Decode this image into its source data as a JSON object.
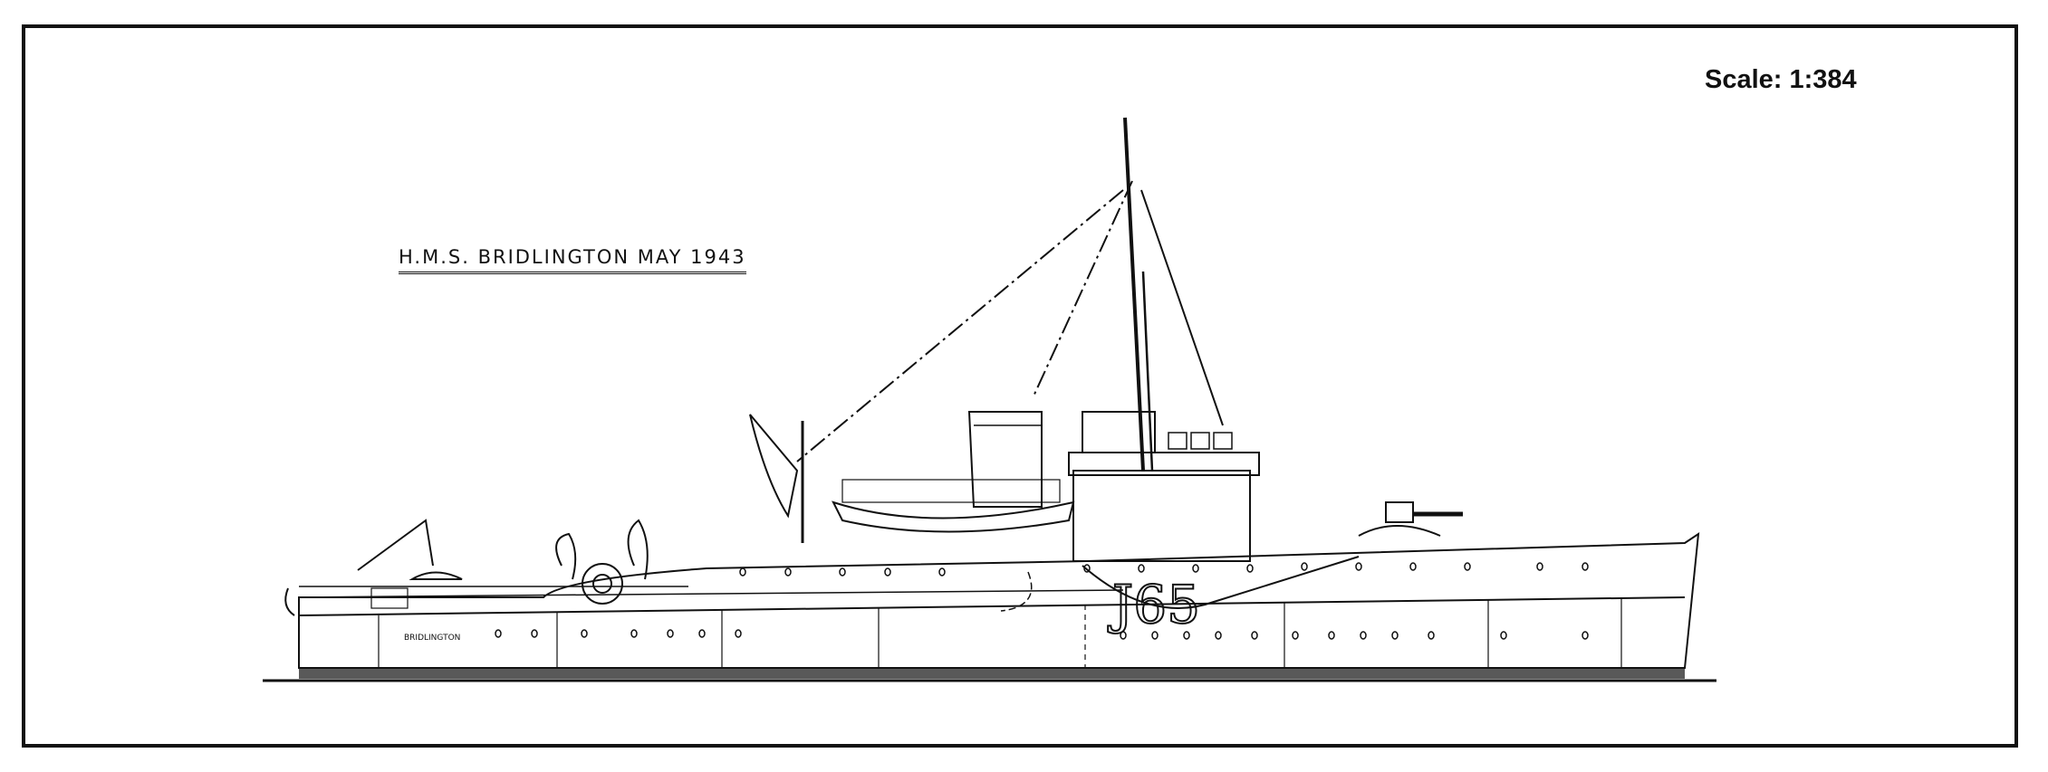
{
  "drawing": {
    "scale_label": "Scale: 1:384",
    "title": "H.M.S. BRIDLINGTON MAY 1943",
    "hull_name": "BRIDLINGTON",
    "pennant_number": "J65"
  }
}
